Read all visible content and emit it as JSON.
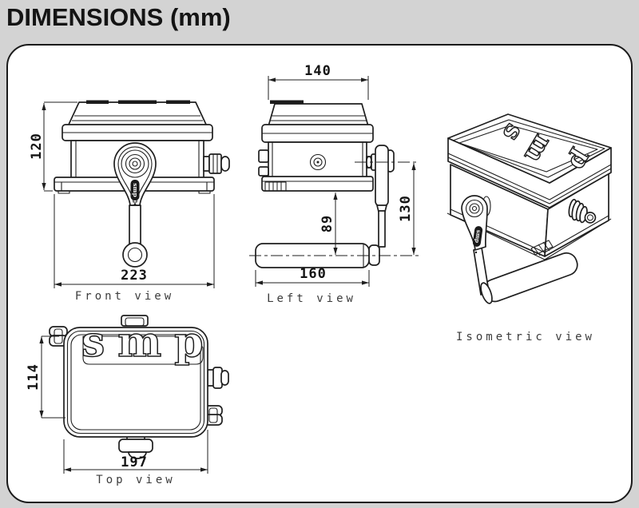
{
  "page": {
    "title": "DIMENSIONS (mm)"
  },
  "logo": {
    "text": "smp"
  },
  "views": {
    "front": {
      "label": "Front view",
      "dims": {
        "height": "120",
        "width": "223"
      }
    },
    "left": {
      "label": "Left view",
      "dims": {
        "width": "140",
        "box_to_roller_axis": "89",
        "shaft_to_roller_axis": "130",
        "roller_length": "160"
      }
    },
    "isometric": {
      "label": "Isometric view"
    },
    "top": {
      "label": "Top view",
      "dims": {
        "depth": "114",
        "width": "197"
      }
    }
  },
  "colors": {
    "page_background": "#d3d3d3",
    "panel_background": "#ffffff",
    "line": "#1f1f1f",
    "text": "#141414"
  }
}
